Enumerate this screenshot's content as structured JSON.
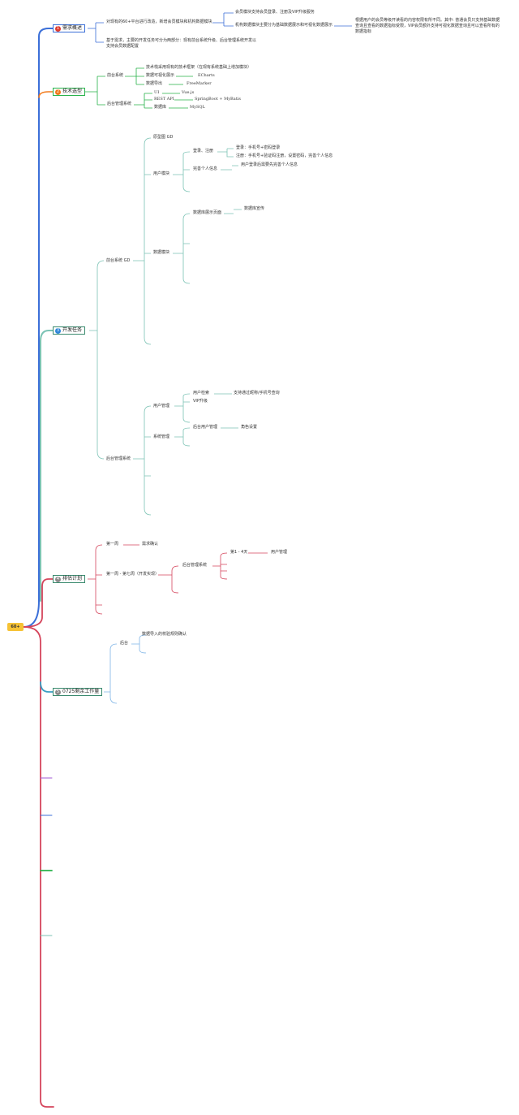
{
  "root": {
    "label": "60+"
  },
  "colors": {
    "num1": "#e03c2f",
    "num2": "#f27a1c",
    "num3": "#2f86d9",
    "num4": "#8c8c8c",
    "num5": "#8c8c8c",
    "blue": "#3b6fd8",
    "green": "#27b24a",
    "teal": "#7cc3b5",
    "red": "#d5455c",
    "sky": "#7fb5e6",
    "purple": "#a05ad6"
  },
  "branches": [
    {
      "num": "1",
      "label": "需求概述"
    },
    {
      "num": "2",
      "label": "技术选型"
    },
    {
      "num": "3",
      "label": "开发任务"
    },
    {
      "num": "4",
      "label": "排估计划"
    },
    {
      "num": "5",
      "label": "0725剩余工作量"
    }
  ],
  "b1": {
    "n1": "对现有的60+平台进行改造，新增会员模块和机构数据模块",
    "n1a": "会员模块支持会员登录、注册及VIP升级服务",
    "n1b": "机构数据模块主要分为基础数据展示和可视化数据展示",
    "n1b_note": "根据用户的会员等级开读看的内容权限有所不同。其中: 普通会员只支持基础数据查询且查看的数据指标受限，VIP会员额外支持可视化数据查询且可以查看所有的数据指标",
    "n2": "基于需求，主要的开发任务可分为两部分：现有前台系统升级、后台管理系统开发以支持会员数据配置"
  },
  "b2": {
    "front": "前台系统",
    "front_stack": "技术栈采用现有的技术框架（在现有系统基础上增加模块）",
    "viz": "数据可视化展示",
    "viz_tech": "ECharts",
    "export": "数据导出",
    "export_tech": "FreeMarker",
    "admin": "后台管理系统",
    "ui": "UI",
    "ui_tech": "Vue.js",
    "rest": "REST API",
    "rest_tech": "SpringBoot + MyBatis",
    "db": "数据库",
    "db_tech": "MySQL"
  },
  "b3": {
    "front": "前台系统 GD",
    "proto": "原型图 GD",
    "user_mod": "用户模块",
    "login": "登录、注册",
    "login_a": "登录：手机号+密码登录",
    "login_b": "注册：手机号+验证码注册，设置密码，完善个人信息",
    "profile": "完善个人信息",
    "profile_a": "用户登录后需要先完善个人信息",
    "data_mod": "数据模块",
    "data_page": "数据库展示页面",
    "data_page_a": "数据库宣传",
    "admin": "后台管理系统",
    "user_mgmt": "用户管理",
    "user_query": "用户检索",
    "user_query_a": "支持通过昵称/手机号查询",
    "vip": "VIP升级",
    "sys_mgmt": "系统管理",
    "admin_user": "后台用户管理",
    "role": "角色设置"
  },
  "b4": {
    "week1": "第一周",
    "week1_a": "需求确认",
    "weeks": "第一周 - 第七周（开发实现）",
    "admin": "后台管理系统",
    "days": "第1 - 4天",
    "days_a": "用户管理"
  },
  "b5": {
    "backend": "后台",
    "backend_a": "数据导入的校验规则确认"
  }
}
